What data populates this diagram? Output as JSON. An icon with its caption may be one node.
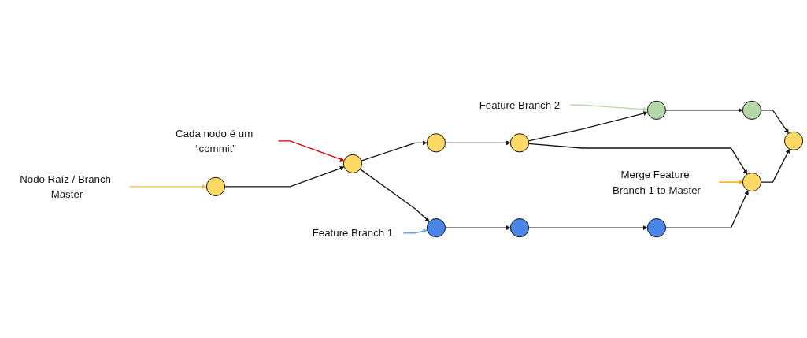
{
  "diagram": {
    "nodes": [
      {
        "text": [
          "Nodo Raíz / Branch Master"
        ]
      },
      {
        "text": [
          "Cada nodo é um “commit”"
        ]
      },
      {
        "text": [
          "Feature Branch 2"
        ]
      },
      {
        "text": [],
        "shape": "circle"
      },
      {
        "text": [],
        "shape": "circle"
      },
      {
        "text": [],
        "shape": "circle"
      },
      {
        "text": [],
        "shape": "circle"
      },
      {
        "text": [],
        "shape": "circle"
      },
      {
        "text": [],
        "shape": "circle"
      },
      {
        "text": [],
        "shape": "circle"
      },
      {
        "text": [],
        "shape": "circle"
      },
      {
        "text": [],
        "shape": "circle"
      },
      {
        "text": [],
        "shape": "circle"
      },
      {
        "text": [],
        "shape": "circle"
      },
      {
        "text": [
          "Feature Branch 1"
        ]
      },
      {
        "text": [
          "Merge Feature Branch 1 to Master"
        ]
      }
    ],
    "edges": [
      {
        "from": 0,
        "to": 5,
        "arrow": "to",
        "color": "#f1c232"
      },
      {
        "from": 1,
        "to": 6,
        "arrow": "to",
        "color": "#cc0000"
      },
      {
        "from": 2,
        "to": 3,
        "arrow": "to",
        "color": "#b6d7a8"
      },
      {
        "from": 14,
        "to": 11,
        "arrow": "to",
        "color": "#6d9eeb"
      },
      {
        "from": 15,
        "to": 9,
        "arrow": "to",
        "color": "#ff9900"
      },
      {
        "from": 5,
        "to": 6,
        "arrow": "to"
      },
      {
        "from": 6,
        "to": 7,
        "arrow": "to"
      },
      {
        "from": 7,
        "to": 8,
        "arrow": "to"
      },
      {
        "from": 8,
        "to": 3,
        "arrow": "to"
      },
      {
        "from": 3,
        "to": 4,
        "arrow": "to"
      },
      {
        "from": 4,
        "to": 10,
        "arrow": "to"
      },
      {
        "from": 8,
        "to": 9,
        "arrow": "to"
      },
      {
        "from": 9,
        "to": 10,
        "arrow": "to"
      },
      {
        "from": 6,
        "to": 11,
        "arrow": "to"
      },
      {
        "from": 11,
        "to": 12,
        "arrow": "to"
      },
      {
        "from": 12,
        "to": 13,
        "arrow": "to"
      },
      {
        "from": 13,
        "to": 9,
        "arrow": "to"
      }
    ]
  }
}
